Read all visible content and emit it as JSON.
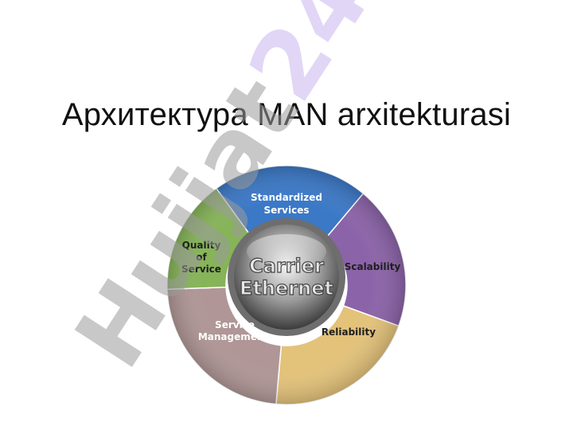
{
  "slide": {
    "title": "Архитектура MAN arxitekturasi"
  },
  "diagram": {
    "hub": {
      "line1": "Carrier",
      "line2": "Ethernet"
    },
    "segments": [
      {
        "id": "standardized-services",
        "lines": [
          "Standardized",
          "Services"
        ],
        "color": "#3b78c6"
      },
      {
        "id": "scalability",
        "lines": [
          "Scalability"
        ],
        "color": "#8b63a8"
      },
      {
        "id": "reliability",
        "lines": [
          "Reliability"
        ],
        "color": "#e3c27a"
      },
      {
        "id": "service-management",
        "lines": [
          "Service",
          "Management"
        ],
        "color": "#b09696"
      },
      {
        "id": "quality-of-service",
        "lines": [
          "Quality",
          "of",
          "Service"
        ],
        "color": "#86b458"
      }
    ]
  },
  "watermark": {
    "text": "Hujjat24",
    "colors": {
      "letters": "#9a9a9a",
      "accent": "#c8b4ef"
    }
  }
}
